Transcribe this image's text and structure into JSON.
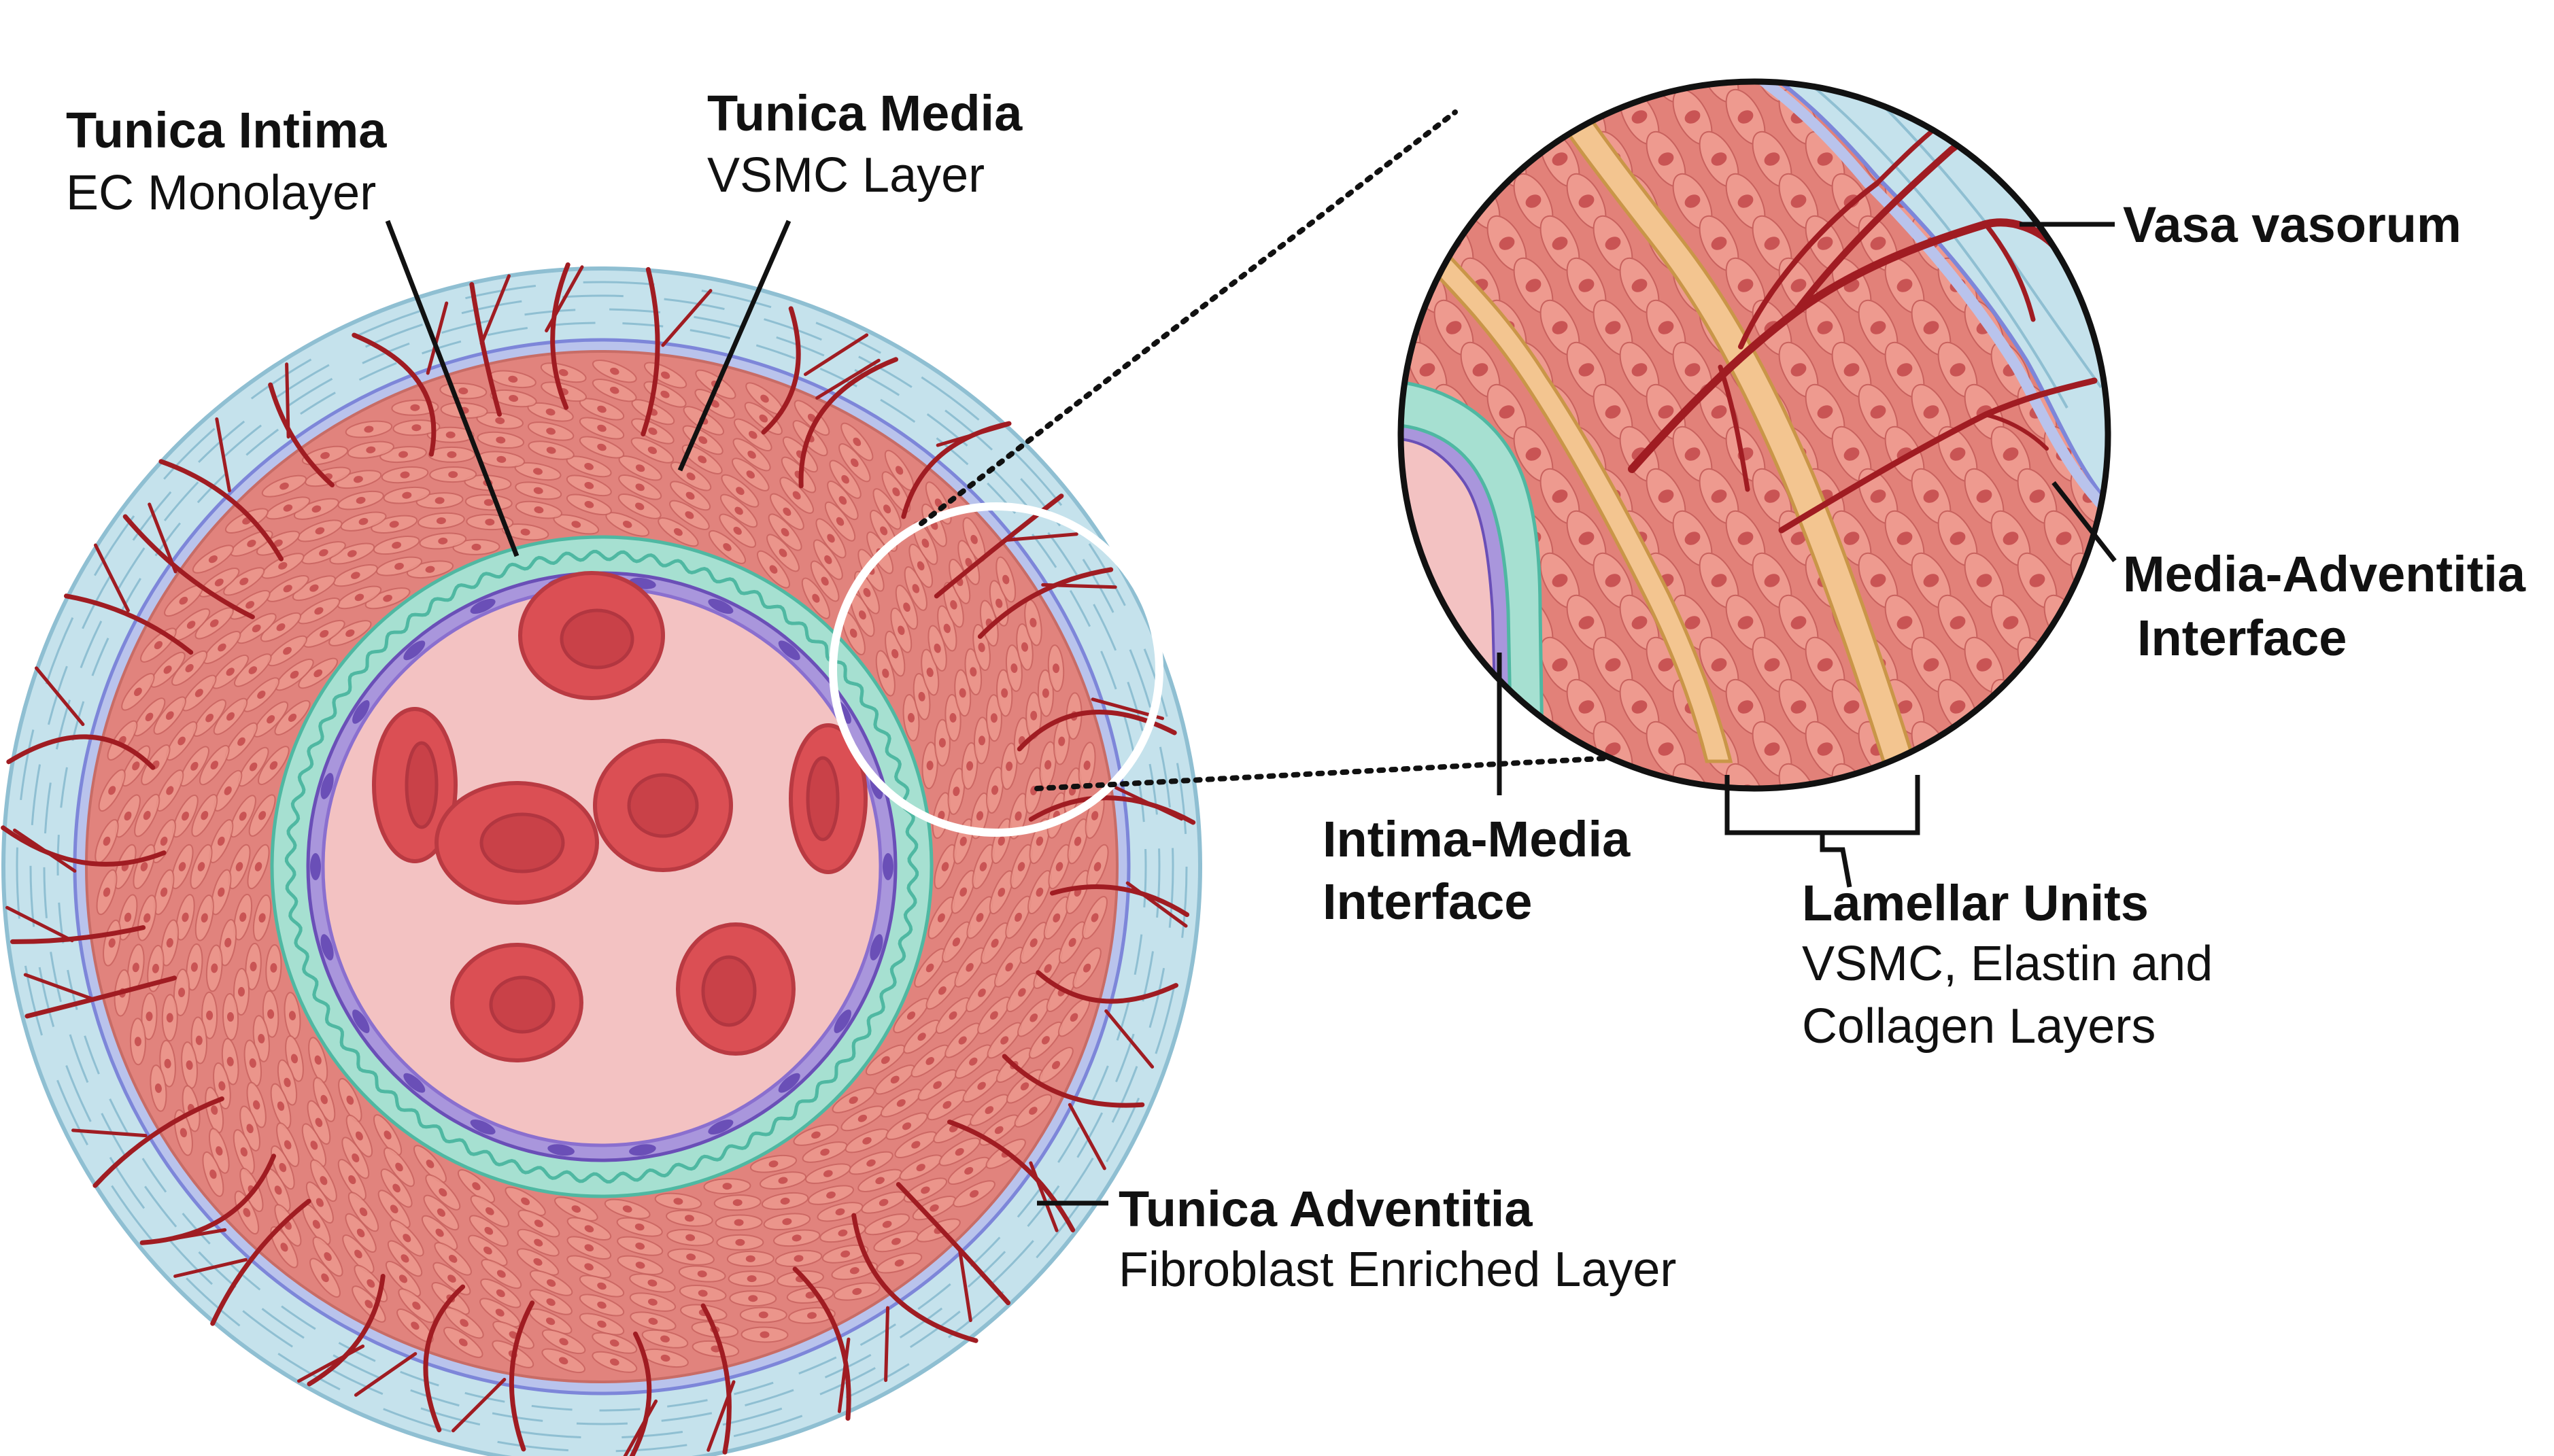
{
  "colors": {
    "adventitia": "#c5e2ec",
    "adventitia_line": "#8fbfd2",
    "elastic_band": "#b9c3ec",
    "elastic_line": "#7d86d9",
    "media": "#e1837d",
    "media_cell": "#ee9a8f",
    "nucleus": "#c95454",
    "basement": "#a6e0d1",
    "basement_line": "#4fb8a2",
    "endothelium": "#a996dc",
    "endothelium_nucleus": "#6a4fb7",
    "lumen": "#f3c2c2",
    "rbc": "#db4f54",
    "rbc_inner": "#b93a42",
    "vessel": "#a01c22",
    "elastin": "#f3c590",
    "elastin_line": "#c99648",
    "zoom_ring": "#ffffff",
    "line": "#111111"
  },
  "labels": {
    "intima_title": "Tunica Intima",
    "intima_sub": "EC Monolayer",
    "media_title": "Tunica Media",
    "media_sub": "VSMC Layer",
    "adventitia_title": "Tunica Adventitia",
    "adventitia_sub": "Fibroblast Enriched Layer",
    "vasa_title": "Vasa vasorum",
    "media_adv_line1": "Media-Adventitia",
    "media_adv_line2": "Interface",
    "intima_media_line1": "Intima-Media",
    "intima_media_line2": "Interface",
    "lamellar_title": "Lamellar Units",
    "lamellar_line1": "VSMC, Elastin and",
    "lamellar_line2": "Collagen Layers"
  }
}
